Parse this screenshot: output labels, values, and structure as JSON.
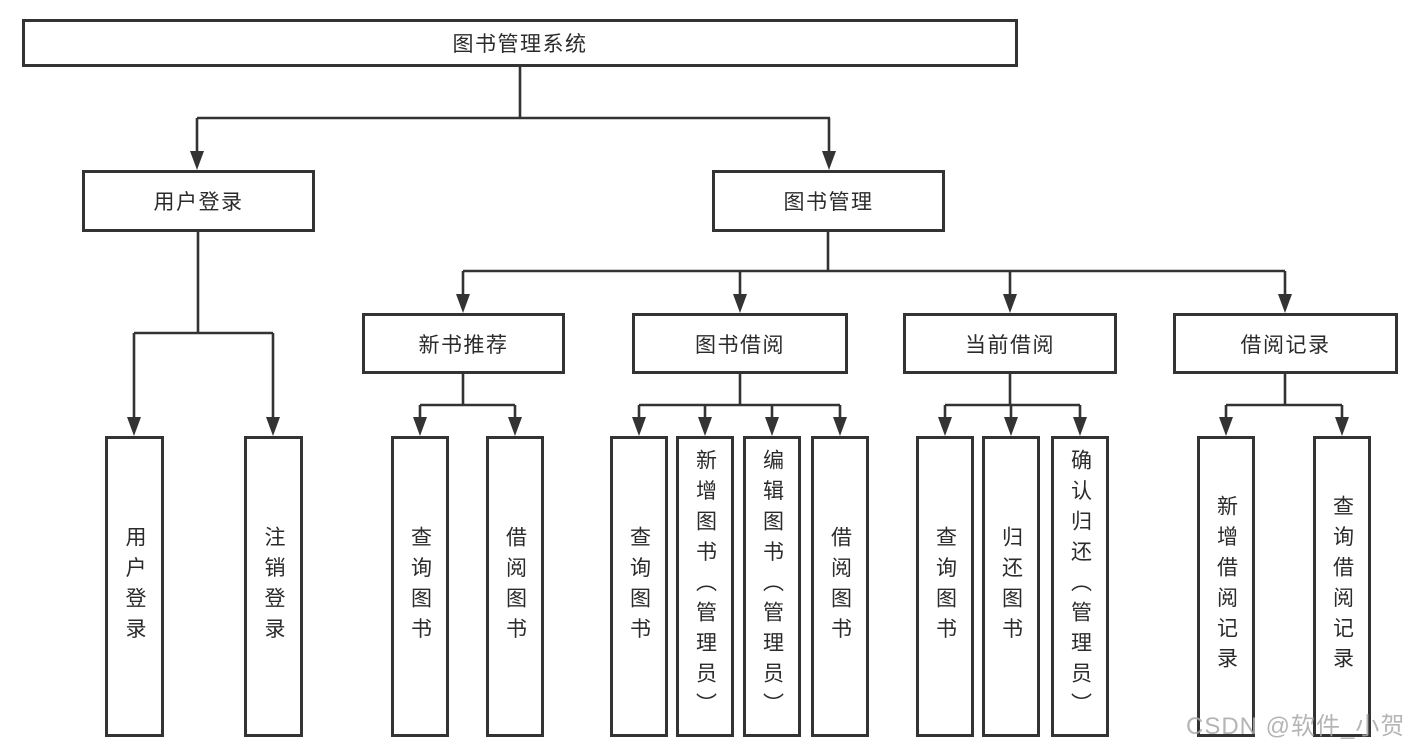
{
  "diagram": {
    "root": {
      "label": "图书管理系统"
    },
    "level2": [
      {
        "label": "用户登录"
      },
      {
        "label": "图书管理"
      }
    ],
    "level3": [
      {
        "label": "新书推荐",
        "parent": "图书管理"
      },
      {
        "label": "图书借阅",
        "parent": "图书管理"
      },
      {
        "label": "当前借阅",
        "parent": "图书管理"
      },
      {
        "label": "借阅记录",
        "parent": "图书管理"
      }
    ],
    "leaves": [
      {
        "label": "用户登录",
        "parent": "用户登录"
      },
      {
        "label": "注销登录",
        "parent": "用户登录"
      },
      {
        "label": "查询图书",
        "parent": "新书推荐"
      },
      {
        "label": "借阅图书",
        "parent": "新书推荐"
      },
      {
        "label": "查询图书",
        "parent": "图书借阅"
      },
      {
        "label": "新增图书（管理员）",
        "parent": "图书借阅"
      },
      {
        "label": "编辑图书（管理员）",
        "parent": "图书借阅"
      },
      {
        "label": "借阅图书",
        "parent": "图书借阅"
      },
      {
        "label": "查询图书",
        "parent": "当前借阅"
      },
      {
        "label": "归还图书",
        "parent": "当前借阅"
      },
      {
        "label": "确认归还（管理员）",
        "parent": "当前借阅"
      },
      {
        "label": "新增借阅记录",
        "parent": "借阅记录"
      },
      {
        "label": "查询借阅记录",
        "parent": "借阅记录"
      }
    ],
    "watermark": "CSDN @软件_小贺同学",
    "colors": {
      "line": "#333333",
      "text": "#2b2b2b",
      "background": "#ffffff",
      "watermark": "#a9a9a9"
    }
  }
}
